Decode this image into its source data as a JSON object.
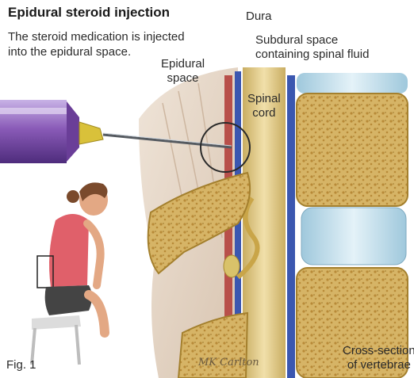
{
  "title": "Epidural steroid injection",
  "description": [
    "The steroid medication is injected",
    "into the epidural space."
  ],
  "labels": {
    "dura": "Dura",
    "subdural_space": [
      "Subdural space",
      "containing spinal fluid"
    ],
    "epidural_space": [
      "Epidural",
      "space"
    ],
    "spinal_cord": [
      "Spinal",
      "cord"
    ],
    "cross_section": [
      "Cross-section",
      "of vertebrae"
    ],
    "figure": "Fig. 1"
  },
  "signature": "MK Carlton",
  "colors": {
    "syringe_barrel": "#8a5bb8",
    "needle_hub": "#d9c13a",
    "bone": "#d9b86a",
    "bone_porous": "#c79d45",
    "spinal_cord": "#e3cd8c",
    "dura_blue": "#3b57b0",
    "disc": "#c8e2ee",
    "shirt": "#e0606a",
    "shorts": "#444444"
  },
  "icons": [
    "syringe-icon",
    "patient-figure-icon",
    "magnifier-circle-icon"
  ]
}
